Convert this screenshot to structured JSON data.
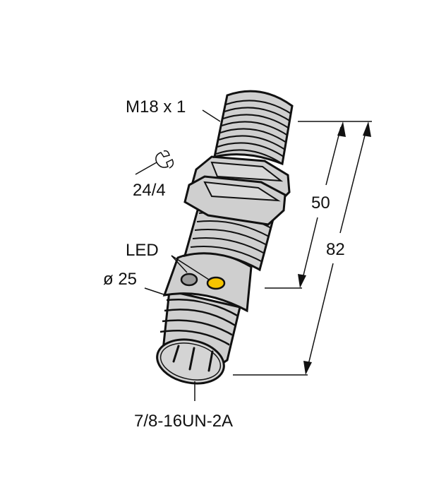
{
  "drawing": {
    "type": "sensor-dimension-drawing",
    "colors": {
      "body": "#cfcfcf",
      "outline": "#111111",
      "led_gray": "#9a9a9a",
      "led_yellow": "#f5c400",
      "background": "#ffffff"
    },
    "labels": {
      "thread": "M18 x 1",
      "wrench_size": "24/4",
      "led": "LED",
      "diameter": "ø 25",
      "connector_thread": "7/8-16UN-2A"
    },
    "dimensions": {
      "short": "50",
      "long": "82"
    },
    "icons": [
      "wrench-icon"
    ]
  }
}
